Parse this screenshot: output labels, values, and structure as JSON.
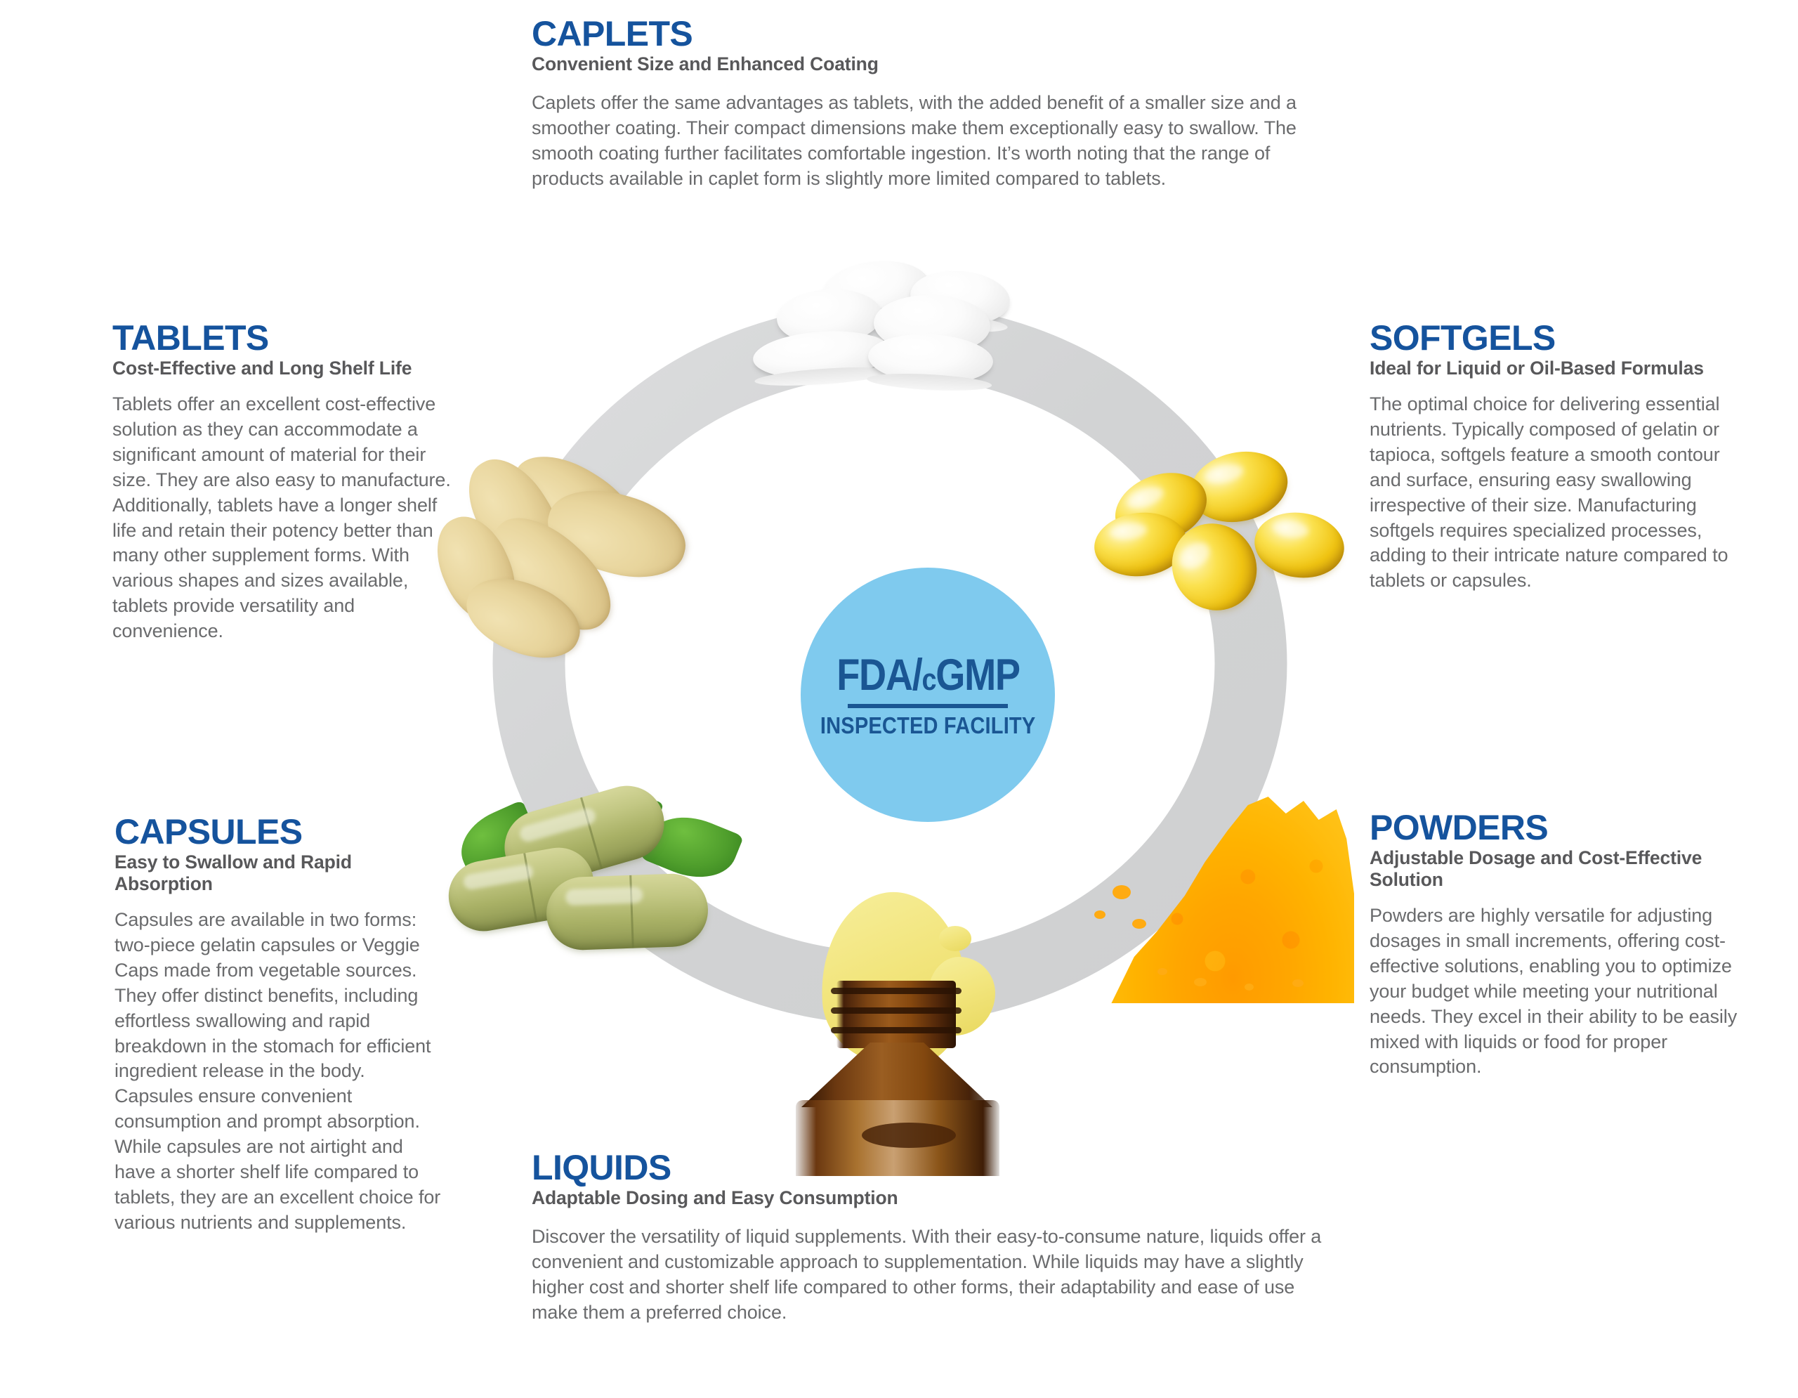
{
  "center_badge": {
    "line1_main": "FDA",
    "line1_slash": "/",
    "line1_small": "c",
    "line1_tail": "GMP",
    "line2": "INSPECTED FACILITY",
    "bg_color": "#7FCAEE",
    "text_color": "#1A5693"
  },
  "theme": {
    "heading_blue": "#15539D",
    "subhead_gray": "#58585A",
    "body_gray": "#6A6B6D",
    "ring_gray": "#D4D5D6"
  },
  "sections": {
    "caplets": {
      "title": "CAPLETS",
      "subtitle": "Convenient Size and Enhanced Coating",
      "body": "Caplets offer the same advantages as tablets, with the added benefit of a smaller size and a smoother coating. Their compact dimensions make them exceptionally easy to swallow. The smooth coating further facilitates comfortable ingestion. It’s worth noting that the range of products available in caplet form is slightly more limited compared to tablets.",
      "image_alt": "white-caplets-photo"
    },
    "tablets": {
      "title": "TABLETS",
      "subtitle": "Cost-Effective and Long Shelf Life",
      "body": "Tablets offer an excellent cost-effective solution as they can accommodate a significant amount of material for their size. They are also easy to manufacture. Additionally, tablets have a longer shelf life and retain their potency better than many other supplement forms. With various shapes and sizes available, tablets provide versatility and convenience.",
      "image_alt": "tan-tablets-photo"
    },
    "softgels": {
      "title": "SOFTGELS",
      "subtitle": "Ideal for Liquid or Oil-Based Formulas",
      "body": "The optimal choice for delivering essential nutrients. Typically composed of gelatin or tapioca, softgels feature a smooth contour and surface, ensuring easy swallowing irrespective of their size. Manufacturing softgels requires specialized processes, adding to their intricate nature compared to tablets or capsules.",
      "image_alt": "golden-softgels-photo"
    },
    "capsules": {
      "title": "CAPSULES",
      "subtitle": "Easy to Swallow and Rapid Absorption",
      "body": "Capsules are available in two forms: two-piece gelatin capsules or Veggie Caps made from vegetable sources. They offer distinct benefits, including effortless swallowing and rapid breakdown in the stomach for efficient ingredient release in the body. Capsules ensure convenient consumption and prompt absorption. While capsules are not airtight and have a shorter shelf life compared to tablets, they are an excellent choice for various nutrients and supplements.",
      "image_alt": "green-herbal-capsules-photo"
    },
    "powders": {
      "title": "POWDERS",
      "subtitle": "Adjustable Dosage and Cost-Effective Solution",
      "body": "Powders are highly versatile for adjusting dosages in small increments, offering cost-effective solutions, enabling you to optimize your budget while meeting your nutritional needs. They excel in their ability to be easily mixed with liquids or food for proper consumption.",
      "image_alt": "orange-powder-photo"
    },
    "liquids": {
      "title": "LIQUIDS",
      "subtitle": "Adaptable Dosing and Easy Consumption",
      "body": "Discover the versatility of liquid supplements. With their easy-to-consume nature, liquids offer a convenient and customizable approach to supplementation. While liquids may have a slightly higher cost and shorter shelf life compared to other forms, their adaptability and ease of use make them a preferred choice.",
      "image_alt": "amber-liquid-bottle-photo"
    }
  }
}
